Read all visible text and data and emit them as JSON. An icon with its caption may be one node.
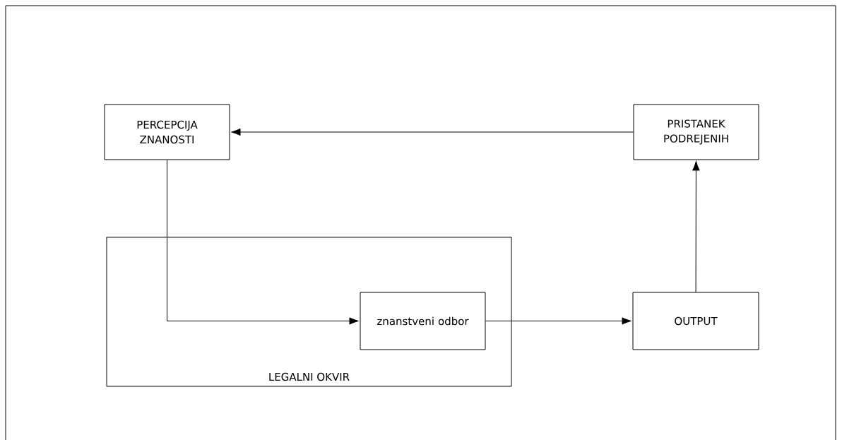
{
  "diagram": {
    "nodes": [
      {
        "text": [
          "PERCEPCIJA ZNANOSTI"
        ]
      },
      {
        "text": [
          "PRISTANEK PODREJENIH"
        ]
      },
      {
        "text": [
          "LEGALNI OKVIR"
        ]
      },
      {
        "text": [
          "znanstveni odbor"
        ],
        "in": 2
      },
      {
        "text": [
          "OUTPUT"
        ]
      }
    ],
    "edges": [
      {
        "from": 1,
        "to": 0,
        "arrow": "to"
      },
      {
        "from": 0,
        "to": 3,
        "arrow": "to"
      },
      {
        "from": 3,
        "to": 4,
        "arrow": "to"
      },
      {
        "from": 4,
        "to": 1,
        "arrow": "to"
      }
    ]
  }
}
